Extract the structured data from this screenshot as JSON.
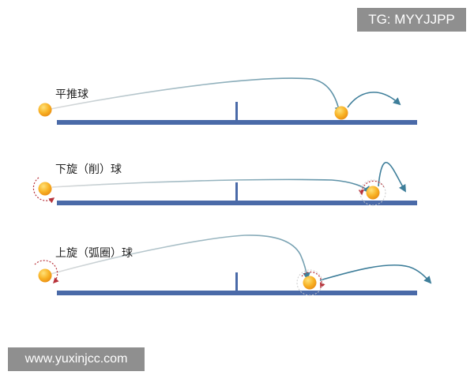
{
  "diagram": {
    "shots": [
      {
        "label": "平推球"
      },
      {
        "label": "下旋（削）球"
      },
      {
        "label": "上旋（弧圈）球"
      }
    ]
  },
  "watermarks": {
    "top_right": "TG: MYYJJPP",
    "bottom_left": "www.yuxinjcc.com"
  },
  "colors": {
    "table": "#4a6aa8",
    "trajectory_start": "#dcdcdc",
    "trajectory_end": "#3e7e9a",
    "ball_light": "#ffd24a",
    "ball_dark": "#f39a18",
    "spin_arrow": "#b8323a",
    "watermark_bg": "#8f8f8f"
  }
}
